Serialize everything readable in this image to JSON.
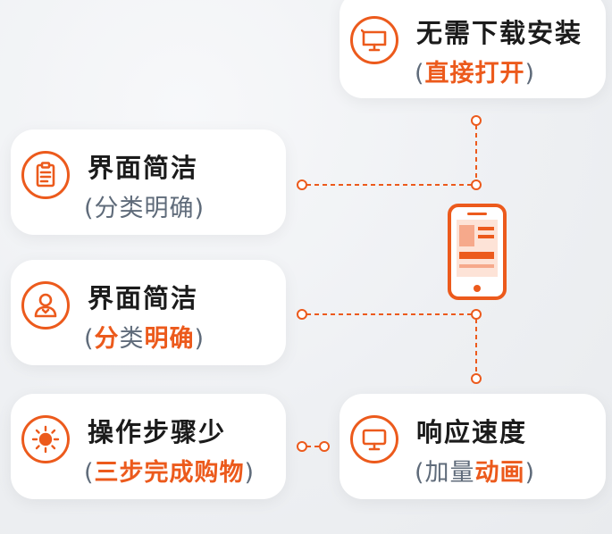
{
  "accent_color": "#ec5a1c",
  "cards": [
    {
      "id": "install",
      "icon": "monitor-icon",
      "title": "无需下载安装",
      "sub_open": "(",
      "sub_parts": [
        {
          "text": "直接打开",
          "hl": true
        }
      ],
      "sub_close": ")"
    },
    {
      "id": "interface1",
      "icon": "clipboard-icon",
      "title": "界面简洁",
      "sub_open": "(",
      "sub_parts": [
        {
          "text": "分类明确",
          "hl": false
        }
      ],
      "sub_close": ")"
    },
    {
      "id": "interface2",
      "icon": "user-icon",
      "title": "界面简洁",
      "sub_open": "(",
      "sub_parts": [
        {
          "text": "分",
          "hl": true
        },
        {
          "text": "类",
          "hl": false
        },
        {
          "text": "明确",
          "hl": true
        }
      ],
      "sub_close": ")"
    },
    {
      "id": "steps",
      "icon": "sun-icon",
      "title": "操作步骤少",
      "sub_open": "(",
      "sub_parts": [
        {
          "text": "三步完成购物",
          "hl": true
        }
      ],
      "sub_close": ")"
    },
    {
      "id": "speed",
      "icon": "monitor-icon",
      "title": "响应速度",
      "sub_open": "(",
      "sub_parts": [
        {
          "text": "加量",
          "hl": false
        },
        {
          "text": "动画",
          "hl": true
        }
      ],
      "sub_close": ")"
    }
  ],
  "center_icon": "smartphone-icon"
}
